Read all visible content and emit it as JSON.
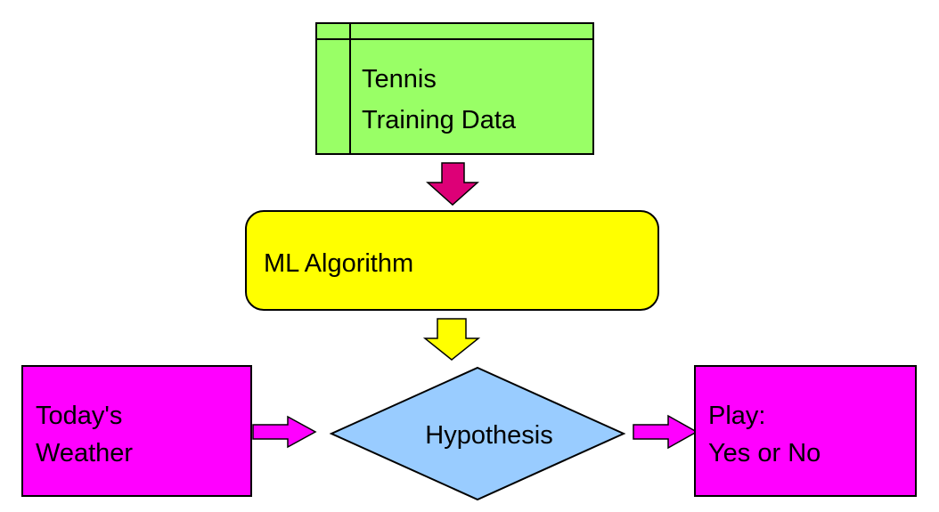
{
  "nodes": {
    "training_data": {
      "lines": [
        "Tennis",
        "Training Data"
      ],
      "fill": "#99ff66",
      "stroke": "#000000"
    },
    "ml_algorithm": {
      "label": "ML Algorithm",
      "fill": "#ffff00",
      "stroke": "#000000"
    },
    "todays_weather": {
      "lines": [
        "Today's",
        "Weather"
      ],
      "fill": "#ff00ff",
      "stroke": "#000000"
    },
    "hypothesis": {
      "label": "Hypothesis",
      "fill": "#99ccff",
      "stroke": "#000000"
    },
    "play_output": {
      "lines": [
        "Play:",
        "Yes or No"
      ],
      "fill": "#ff00ff",
      "stroke": "#000000"
    }
  },
  "edges": [
    {
      "from": "training_data",
      "to": "ml_algorithm",
      "color": "#dd0077"
    },
    {
      "from": "ml_algorithm",
      "to": "hypothesis",
      "color": "#ffff00"
    },
    {
      "from": "todays_weather",
      "to": "hypothesis",
      "color": "#ff00ff"
    },
    {
      "from": "hypothesis",
      "to": "play_output",
      "color": "#ff00ff"
    }
  ]
}
